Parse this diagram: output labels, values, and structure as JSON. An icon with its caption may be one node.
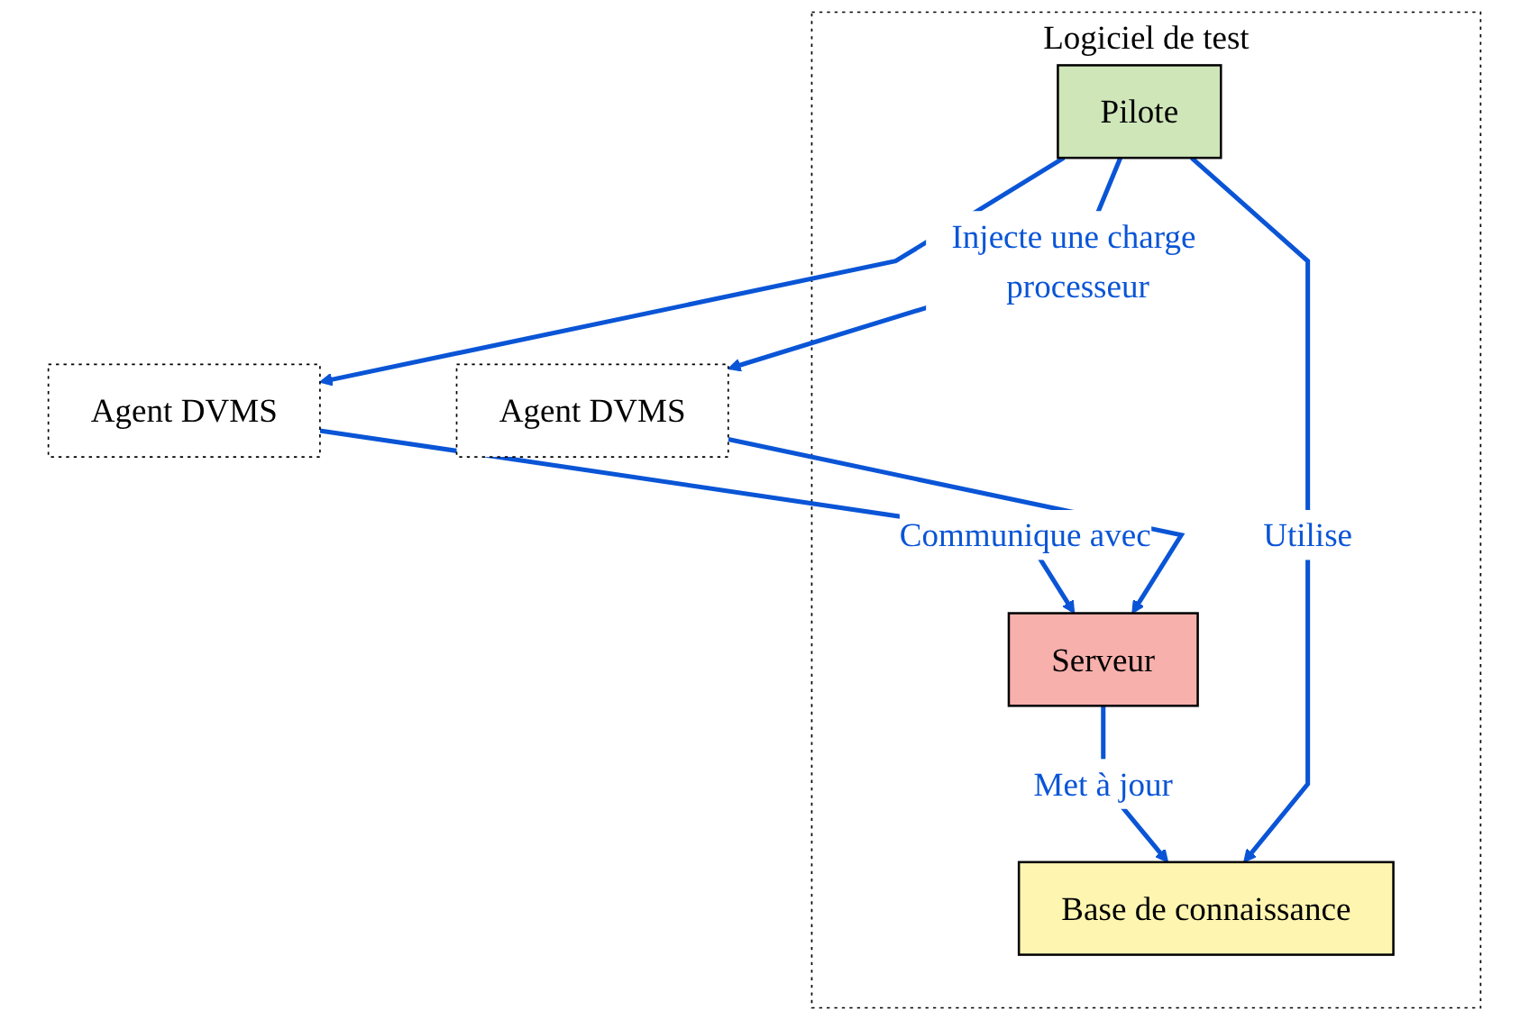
{
  "diagram": {
    "nodes": [
      {
        "text": [
          "Logiciel de test"
        ]
      },
      {
        "text": [
          "Serveur"
        ],
        "in": 0
      },
      {
        "text": [
          "Base de connaissance"
        ],
        "in": 0
      },
      {
        "text": [
          "Pilote"
        ],
        "in": 0
      },
      {
        "text": [
          "Agent DVMS"
        ]
      },
      {
        "text": [
          "Agent DVMS"
        ]
      }
    ],
    "edges": [
      {
        "from": 1,
        "to": 2,
        "arrow": "to",
        "label": "Met à jour"
      },
      {
        "from": 3,
        "to": 2,
        "arrow": "to",
        "label": "Utilise"
      },
      {
        "from": 4,
        "to": 1,
        "arrow": "to",
        "label": "Communique avec"
      },
      {
        "from": 5,
        "to": 1,
        "arrow": "to"
      },
      {
        "from": 3,
        "to": 4,
        "arrow": "to"
      },
      {
        "from": 3,
        "to": 5,
        "arrow": "to",
        "label": "Injecte une charge processeur"
      }
    ]
  }
}
